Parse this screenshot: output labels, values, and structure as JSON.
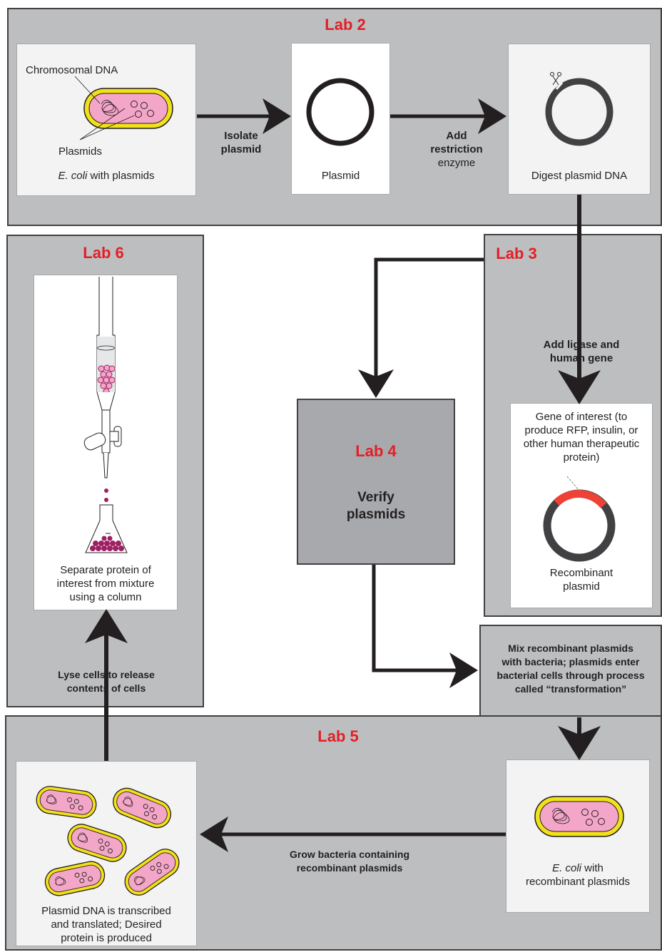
{
  "colors": {
    "panel": "#bcbec0",
    "lab_title": "#e41e26",
    "cell_fill": "#f4a6c8",
    "cell_wall": "#f2e01a",
    "dna_red": "#ef4136",
    "bead": "#9e1f63"
  },
  "lab2": {
    "title": "Lab 2",
    "chromosomal_label": "Chromosomal DNA",
    "plasmids_label": "Plasmids",
    "ecoli_italic": "E. coli",
    "ecoli_rest": " with plasmids",
    "arrow1_label_1": "Isolate",
    "arrow1_label_2": "plasmid",
    "plasmid_caption": "Plasmid",
    "arrow2_label_1": "Add",
    "arrow2_label_2": "restriction",
    "arrow2_label_3": "enzyme",
    "digest_caption": "Digest plasmid DNA"
  },
  "lab3": {
    "title": "Lab 3",
    "arrow_label_1": "Add ligase and",
    "arrow_label_2": "human gene",
    "gene_line1": "Gene of interest (to",
    "gene_line2": "produce RFP, insulin, or",
    "gene_line3": "other human therapeutic",
    "gene_line4": "protein)",
    "recombinant_1": "Recombinant",
    "recombinant_2": "plasmid"
  },
  "lab4": {
    "title": "Lab 4",
    "line1": "Verify",
    "line2": "plasmids"
  },
  "mix": {
    "line1": "Mix recombinant plasmids",
    "line2": "with bacteria; plasmids enter",
    "line3": "bacterial cells through process",
    "line4": "called “transformation”"
  },
  "lab5": {
    "title": "Lab 5",
    "ecoli_italic": "E. coli",
    "ecoli_rest": " with",
    "recombinant": "recombinant plasmids",
    "grow_1": "Grow bacteria containing",
    "grow_2": "recombinant plasmids",
    "produced_1": "Plasmid DNA is transcribed",
    "produced_2": "and translated; Desired",
    "produced_3": "protein is produced"
  },
  "lab6": {
    "title": "Lab 6",
    "separate_1": "Separate protein of",
    "separate_2": "interest from mixture",
    "separate_3": "using a column",
    "lyse_1": "Lyse cells to release",
    "lyse_2": "contents of cells"
  }
}
